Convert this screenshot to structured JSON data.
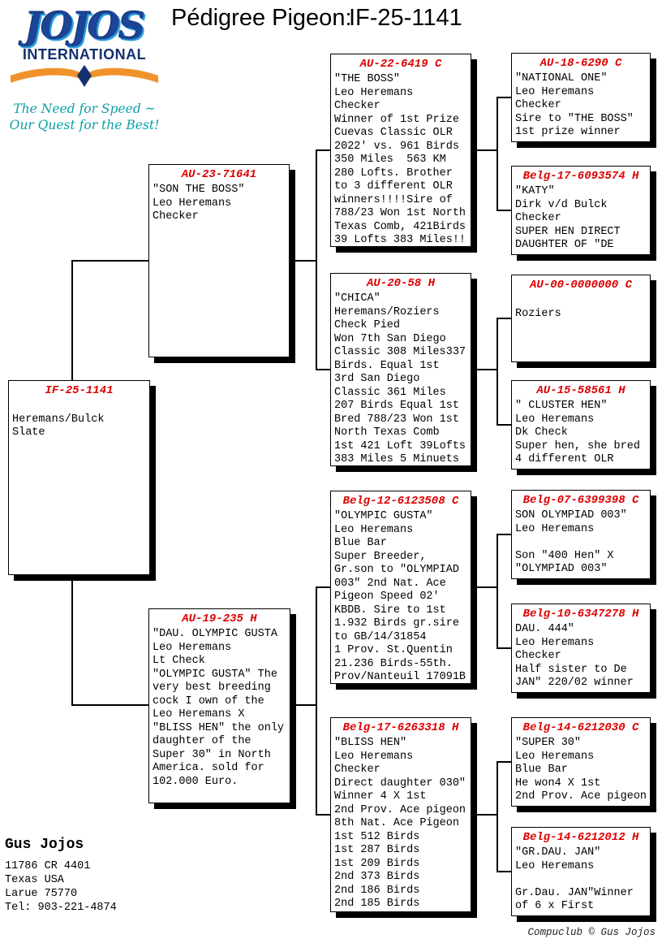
{
  "header": {
    "title_label": "Pédigree Pigeon:",
    "title_band": "IF-25-1141"
  },
  "logo": {
    "wordmark": "JOJOS",
    "subtitle": "INTERNATIONAL",
    "tagline1": "The Need for Speed ~",
    "tagline2": "Our Quest for the Best!"
  },
  "colors": {
    "band_red": "#dd0000",
    "logo_navy": "#14306e",
    "logo_blue": "#2aa0dc",
    "logo_orange": "#f0922b",
    "tagline_teal": "#0ba0a8"
  },
  "owner": {
    "name": "Gus Jojos",
    "address1": "11786 CR 4401",
    "address2": "Texas USA",
    "address3": "Larue 75770",
    "phone": "Tel: 903-221-4874"
  },
  "footer": {
    "credit": "Compuclub © Gus Jojos"
  },
  "boxes": [
    {
      "band": "IF-25-1141",
      "body": "\nHeremans/Bulck\nSlate"
    },
    {
      "band": "AU-23-71641",
      "body": "\"SON THE BOSS\"\nLeo Heremans\nChecker"
    },
    {
      "band": "AU-19-235 H",
      "body": "\"DAU. OLYMPIC GUSTA\nLeo Heremans\nLt Check\n\"OLYMPIC GUSTA\" The\nvery best breeding\ncock I own of the\nLeo Heremans X\n\"BLISS HEN\" the only\ndaughter of the\nSuper 30\" in North\nAmerica. sold for\n102.000 Euro."
    },
    {
      "band": "AU-22-6419 C",
      "body": "\"THE BOSS\"\nLeo Heremans\nChecker\nWinner of 1st Prize\nCuevas Classic OLR\n2022' vs. 961 Birds\n350 Miles  563 KM\n280 Lofts. Brother\nto 3 different OLR\nwinners!!!!Sire of\n788/23 Won 1st North\nTexas Comb, 421Birds\n39 Lofts 383 Miles!!"
    },
    {
      "band": "AU-20-58 H",
      "body": "\"CHICA\"\nHeremans/Roziers\nCheck Pied\nWon 7th San Diego\nClassic 308 Miles337\nBirds. Equal 1st\n3rd San Diego\nClassic 361 Miles\n207 Birds Equal 1st\nBred 788/23 Won 1st\nNorth Texas Comb\n1st 421 Loft 39Lofts\n383 Miles 5 Minuets"
    },
    {
      "band": "Belg-12-6123508 C",
      "body": "\"OLYMPIC GUSTA\"\nLeo Heremans\nBlue Bar\nSuper Breeder,\nGr.son to \"OLYMPIAD\n003\" 2nd Nat. Ace\nPigeon Speed 02'\nKBDB. Sire to 1st\n1.932 Birds gr.sire\nto GB/14/31854\n1 Prov. St.Quentin\n21.236 Birds-55th.\nProv/Nanteuil 17091B"
    },
    {
      "band": "Belg-17-6263318 H",
      "body": "\"BLISS HEN\"\nLeo Heremans\nChecker\nDirect daughter 030\"\nWinner 4 X 1st\n2nd Prov. Ace pigeon\n8th Nat. Ace Pigeon\n1st 512 Birds\n1st 287 Birds\n1st 209 Birds\n2nd 373 Birds\n2nd 186 Birds\n2nd 185 Birds"
    },
    {
      "band": "AU-18-6290 C",
      "body": "\"NATIONAL ONE\"\nLeo Heremans\nChecker\nSire to \"THE BOSS\"\n1st prize winner"
    },
    {
      "band": "Belg-17-6093574 H",
      "body": "\"KATY\"\nDirk v/d Bulck\nChecker\nSUPER HEN DIRECT\nDAUGHTER OF \"DE"
    },
    {
      "band": "AU-00-0000000 C",
      "body": "\nRoziers"
    },
    {
      "band": "AU-15-58561 H",
      "body": "\" CLUSTER HEN\"\nLeo Heremans\nDk Check\nSuper hen, she bred\n4 different OLR"
    },
    {
      "band": "Belg-07-6399398 C",
      "body": "SON OLYMPIAD 003\"\nLeo Heremans\n\nSon \"400 Hen\" X\n\"OLYMPIAD 003\""
    },
    {
      "band": "Belg-10-6347278 H",
      "body": "DAU. 444\"\nLeo Heremans\nChecker\nHalf sister to De\nJAN\" 220/02 winner"
    },
    {
      "band": "Belg-14-6212030 C",
      "body": "\"SUPER 30\"\nLeo Heremans\nBlue Bar\nHe won4 X 1st\n2nd Prov. Ace pigeon"
    },
    {
      "band": "Belg-14-6212012 H",
      "body": "\"GR.DAU. JAN\"\nLeo Heremans\n\nGr.Dau. JAN\"Winner\nof 6 x First"
    }
  ]
}
